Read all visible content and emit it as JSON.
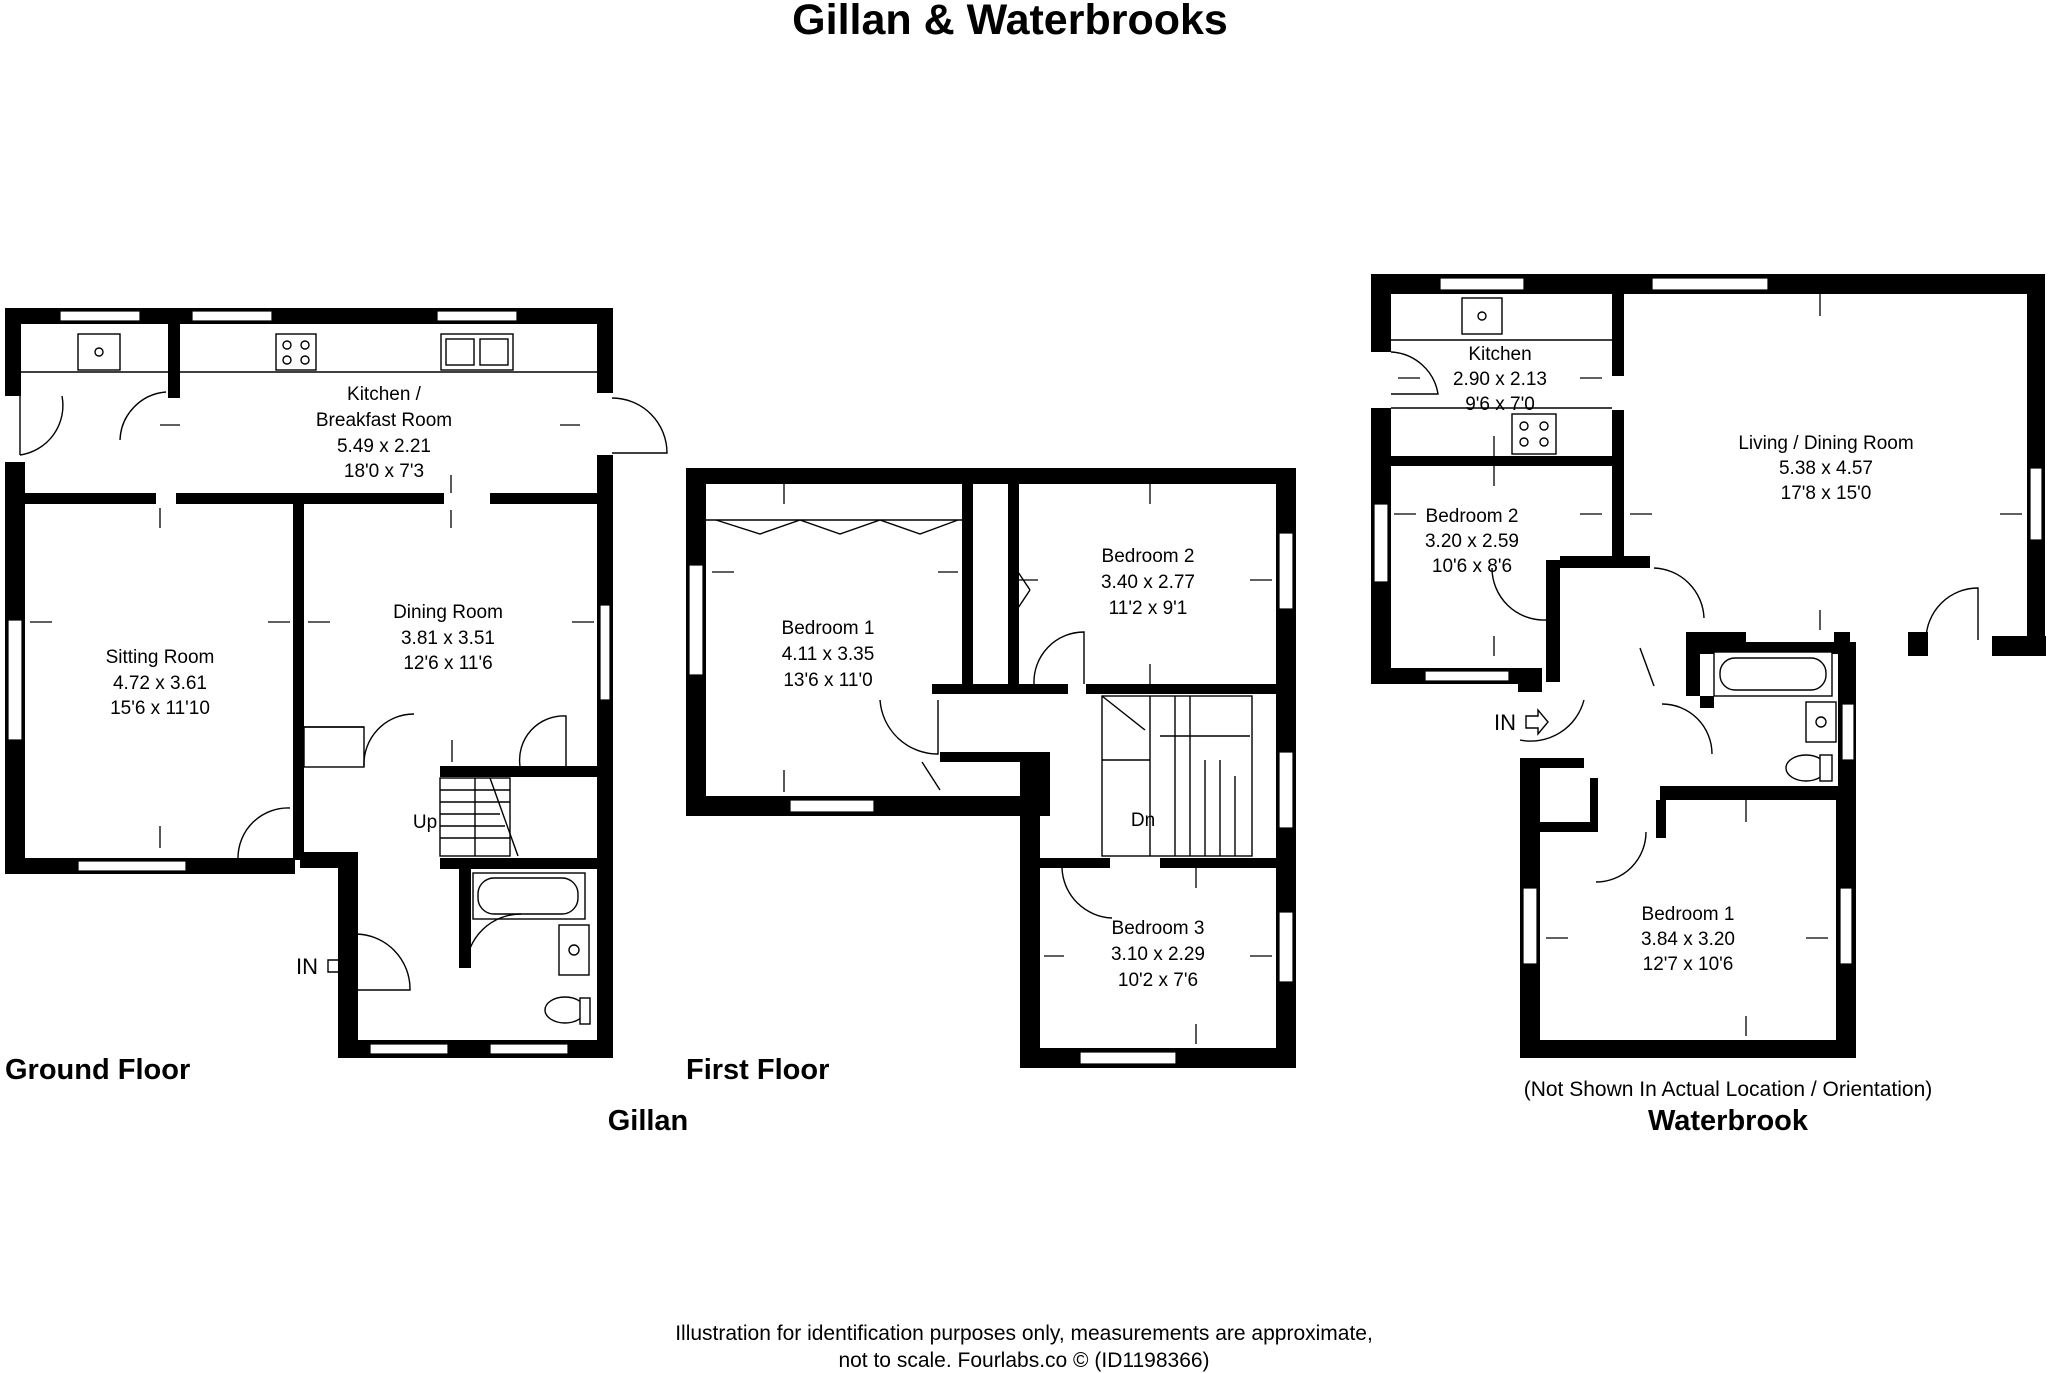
{
  "title": "Gillan & Waterbrooks",
  "floors": {
    "ground": "Ground Floor",
    "first": "First Floor"
  },
  "property_names": {
    "gillan": "Gillan",
    "waterbrook": "Waterbrook"
  },
  "gillan_ground_rooms": [
    {
      "name": "Kitchen /",
      "name2": "Breakfast Room",
      "metric": "5.49 x 2.21",
      "imperial": "18'0 x 7'3"
    },
    {
      "name": "Sitting Room",
      "metric": "4.72 x 3.61",
      "imperial": "15'6 x 11'10"
    },
    {
      "name": "Dining Room",
      "metric": "3.81 x 3.51",
      "imperial": "12'6 x 11'6"
    }
  ],
  "gillan_first_rooms": [
    {
      "name": "Bedroom 1",
      "metric": "4.11 x 3.35",
      "imperial": "13'6 x 11'0"
    },
    {
      "name": "Bedroom 2",
      "metric": "3.40 x 2.77",
      "imperial": "11'2 x 9'1"
    },
    {
      "name": "Bedroom 3",
      "metric": "3.10 x 2.29",
      "imperial": "10'2 x 7'6"
    }
  ],
  "waterbrook_rooms": [
    {
      "name": "Kitchen",
      "metric": "2.90 x 2.13",
      "imperial": "9'6 x 7'0"
    },
    {
      "name": "Living / Dining Room",
      "metric": "5.38 x 4.57",
      "imperial": "17'8 x 15'0"
    },
    {
      "name": "Bedroom 2",
      "metric": "3.20 x 2.59",
      "imperial": "10'6 x 8'6"
    },
    {
      "name": "Bedroom 1",
      "metric": "3.84 x 3.20",
      "imperial": "12'7 x 10'6"
    }
  ],
  "markers": {
    "in": "IN",
    "up": "Up",
    "down": "Dn"
  },
  "waterbrook_note": "(Not Shown In Actual Location / Orientation)",
  "disclaimer": {
    "line1": "Illustration for identification purposes only, measurements are approximate,",
    "line2": "not to scale. Fourlabs.co © (ID1198366)"
  }
}
